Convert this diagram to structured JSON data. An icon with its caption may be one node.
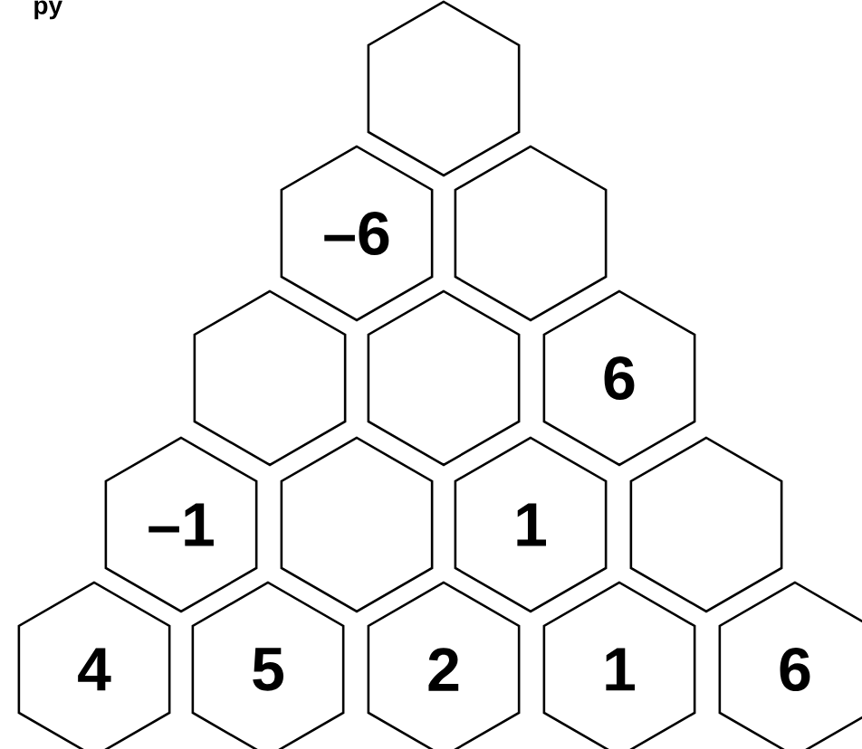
{
  "diagram": {
    "nodes": [
      {
        "text": [],
        "shape": "hexagon"
      },
      {
        "text": [
          "–6"
        ]
      },
      {
        "text": [],
        "shape": "hexagon"
      },
      {
        "text": [],
        "shape": "hexagon"
      },
      {
        "text": [],
        "shape": "hexagon"
      },
      {
        "text": [
          "6"
        ]
      },
      {
        "text": [
          "–1"
        ]
      },
      {
        "text": [],
        "shape": "hexagon"
      },
      {
        "text": [
          "1"
        ]
      },
      {
        "text": [],
        "shape": "hexagon"
      },
      {
        "text": [
          "4"
        ]
      },
      {
        "text": [
          "5"
        ]
      },
      {
        "text": [
          "2"
        ]
      },
      {
        "text": [
          "1"
        ]
      },
      {
        "text": [
          "6"
        ]
      }
    ],
    "edges": [],
    "labels": [
      "py"
    ]
  }
}
